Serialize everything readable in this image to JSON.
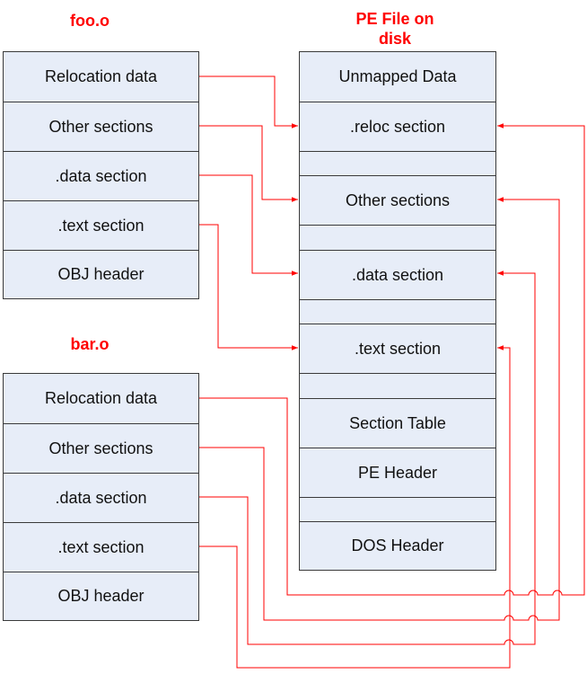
{
  "foo": {
    "title": "foo.o",
    "sections": [
      "Relocation data",
      "Other sections",
      ".data section",
      ".text section",
      "OBJ header"
    ]
  },
  "bar": {
    "title": "bar.o",
    "sections": [
      "Relocation data",
      "Other sections",
      ".data section",
      ".text section",
      "OBJ header"
    ]
  },
  "pe": {
    "title_line1": "PE File on",
    "title_line2": "disk",
    "sections": [
      "Unmapped Data",
      ".reloc section",
      "",
      "Other sections",
      "",
      ".data section",
      "",
      ".text section",
      "",
      "Section Table",
      "PE Header",
      "",
      "DOS Header"
    ]
  },
  "colors": {
    "title": "#ff0000",
    "arrow": "#ff0000",
    "box_fill": "#e7edf8",
    "border": "#3a3a3a"
  }
}
